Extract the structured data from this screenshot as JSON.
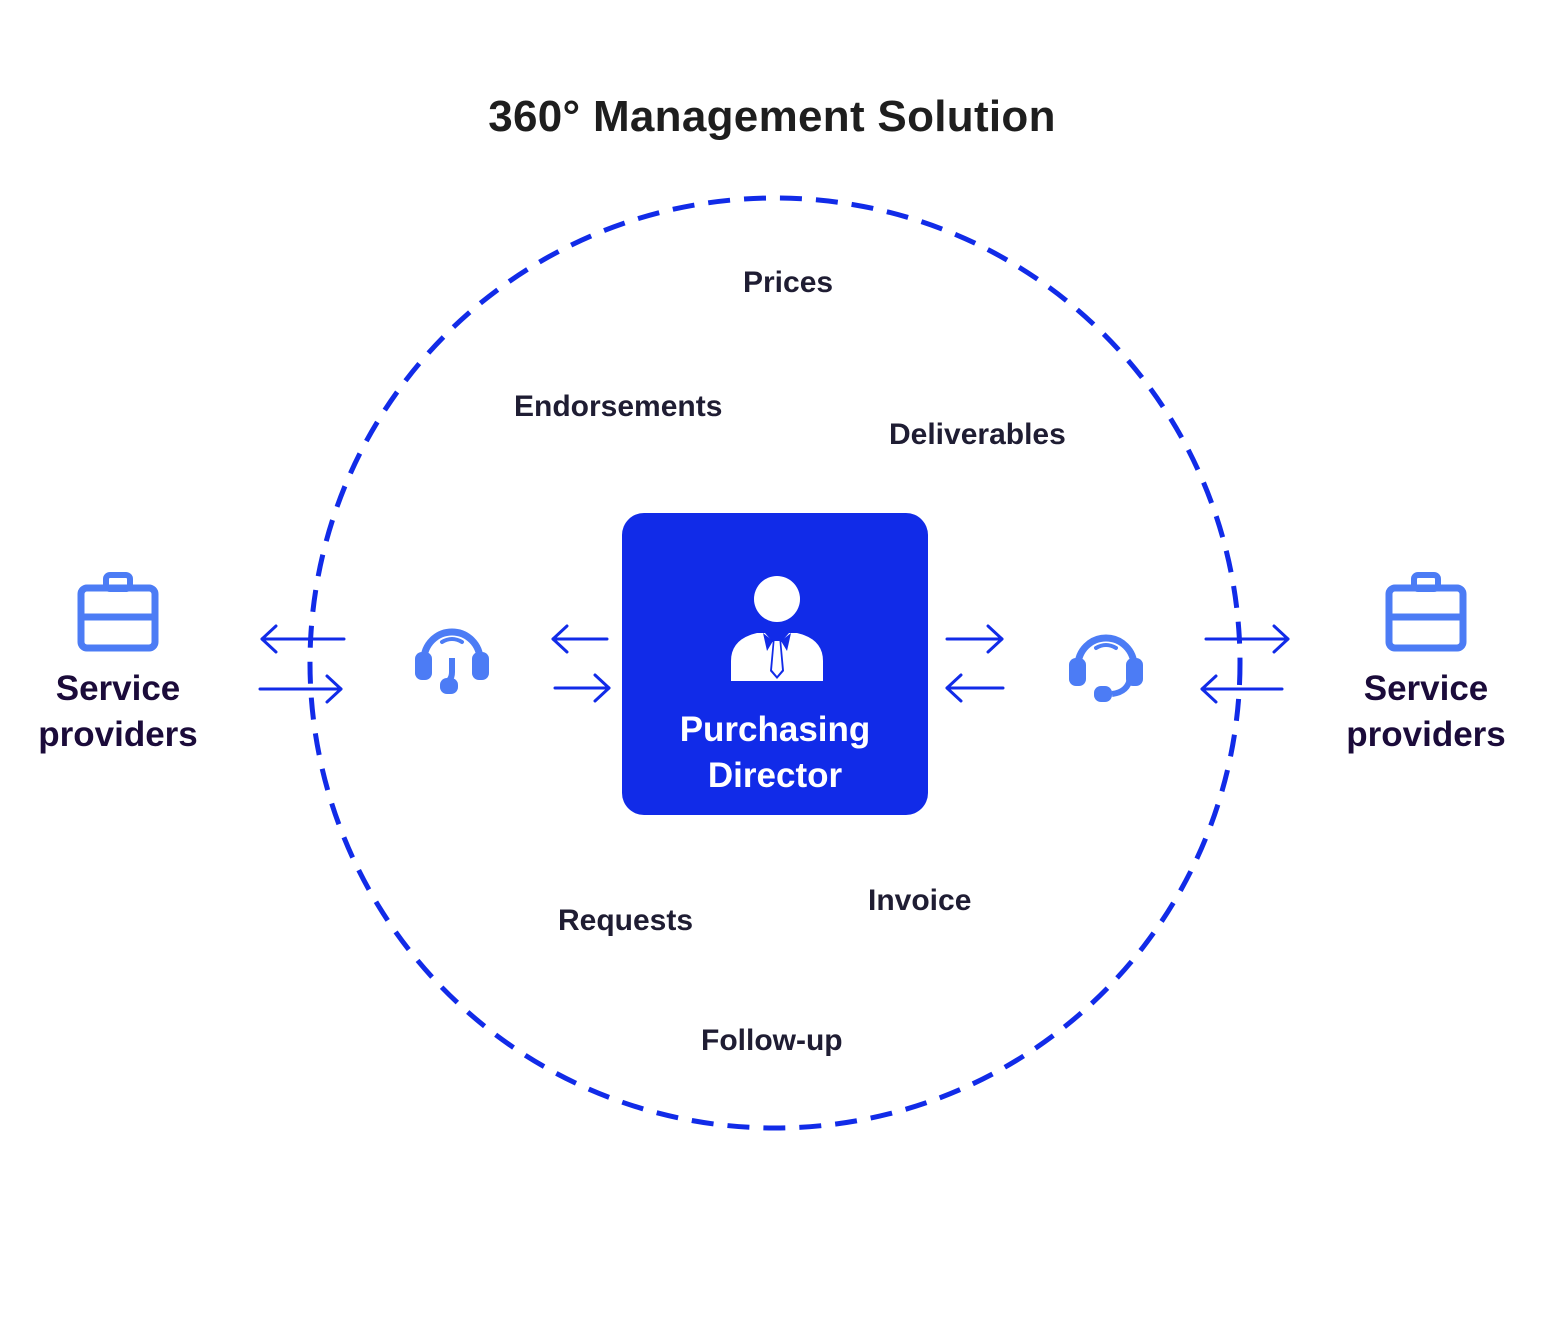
{
  "title": "360° Management Solution",
  "topics": {
    "prices": "Prices",
    "endorsements": "Endorsements",
    "deliverables": "Deliverables",
    "requests": "Requests",
    "invoice": "Invoice",
    "follow_up": "Follow-up"
  },
  "left_provider": {
    "line1": "Service",
    "line2": "providers",
    "icon": "briefcase-icon"
  },
  "right_provider": {
    "line1": "Service",
    "line2": "providers",
    "icon": "briefcase-icon"
  },
  "center": {
    "line1": "Purchasing",
    "line2": "Director",
    "icon": "businessman-icon"
  },
  "support_icons": [
    "headset-icon",
    "headset-icon"
  ],
  "colors": {
    "primary": "#112be8",
    "icon_light": "#4c7cf5",
    "text_dark": "#1f1d33",
    "provider_text": "#1b0b3a",
    "background": "#ffffff"
  }
}
